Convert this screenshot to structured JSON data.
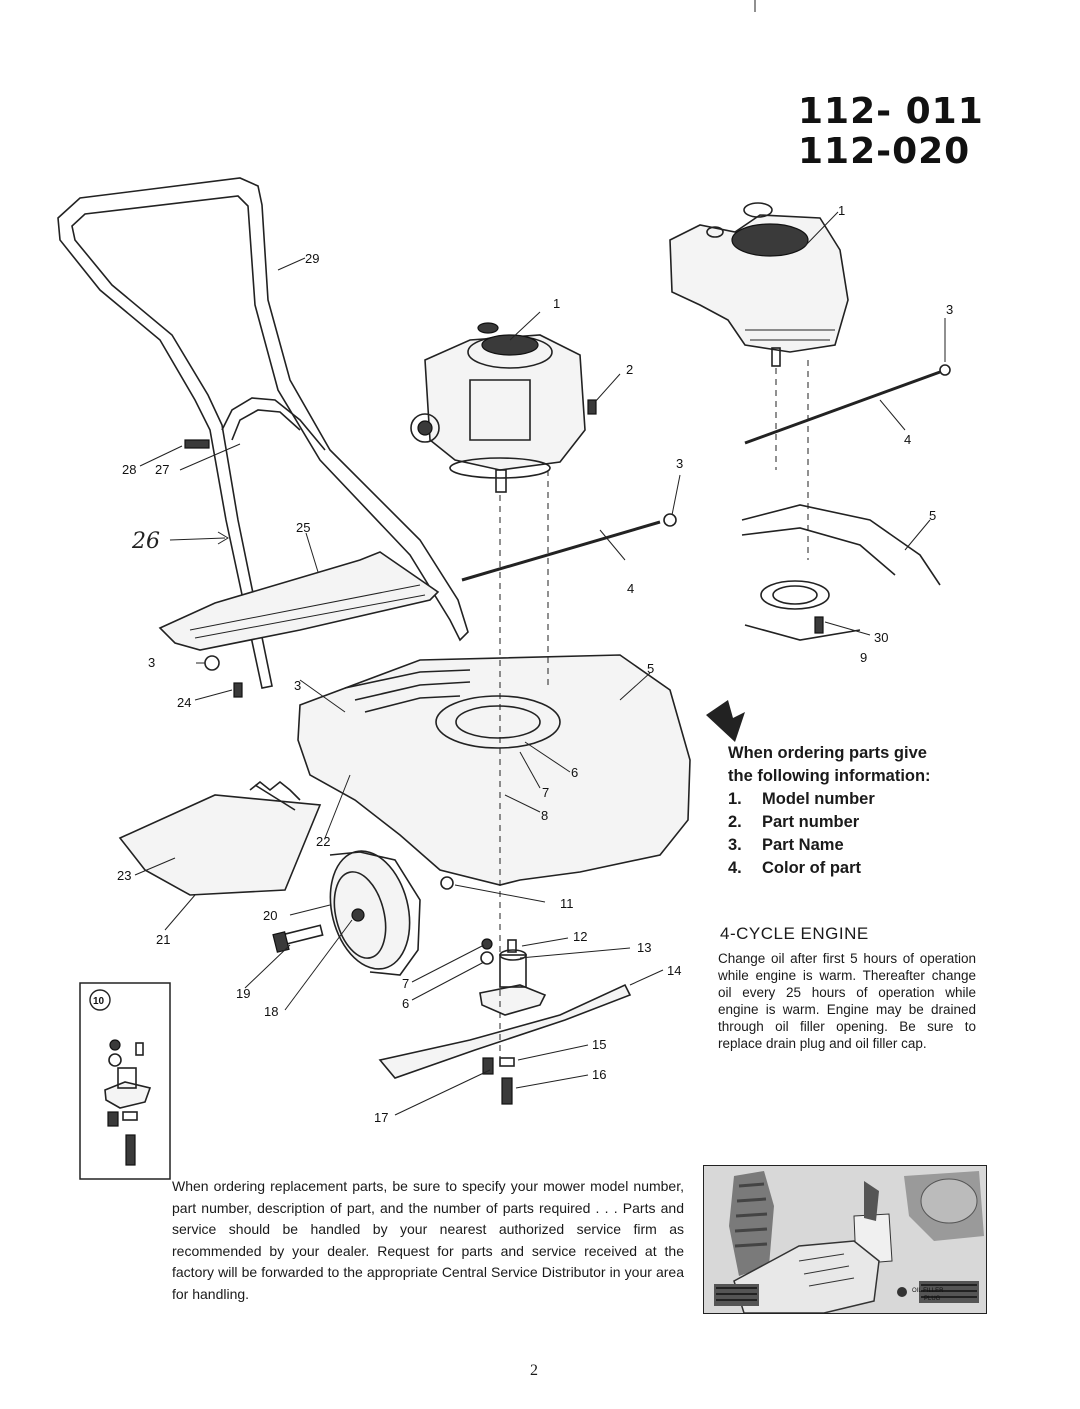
{
  "model_numbers": [
    "112- 011",
    "112-020"
  ],
  "callouts": {
    "c1": "1",
    "c1b": "1",
    "c2": "2",
    "c3": "3",
    "c3b": "3",
    "c3c": "3",
    "c3d": "3",
    "c4": "4",
    "c4b": "4",
    "c5": "5",
    "c5b": "5",
    "c6": "6",
    "c6b": "6",
    "c7": "7",
    "c7b": "7",
    "c8": "8",
    "c9": "9",
    "c11": "11",
    "c12": "12",
    "c13": "13",
    "c14": "14",
    "c15": "15",
    "c16": "16",
    "c17": "17",
    "c18": "18",
    "c19": "19",
    "c20": "20",
    "c21": "21",
    "c22": "22",
    "c23": "23",
    "c24": "24",
    "c25": "25",
    "c26": "26",
    "c27": "27",
    "c28": "28",
    "c29": "29",
    "c30": "30",
    "c10": "10"
  },
  "ordering": {
    "heading_line1": "When ordering parts give",
    "heading_line2": "the following information:",
    "items": [
      {
        "num": "1.",
        "text": "Model number"
      },
      {
        "num": "2.",
        "text": "Part number"
      },
      {
        "num": "3.",
        "text": "Part Name"
      },
      {
        "num": "4.",
        "text": "Color of part"
      }
    ]
  },
  "engine": {
    "title": "4-CYCLE ENGINE",
    "text": "Change oil after first 5 hours of operation while engine is warm. Thereafter change oil every 25 hours of operation while engine is warm. Engine may be drained through oil filler opening. Be sure to replace drain plug and oil filler cap."
  },
  "photo_label": {
    "line1": "OIL FILLER",
    "line2": "PLUG"
  },
  "replacement_text": "When ordering replacement parts, be sure to specify your mower model number, part number, description of part, and the number of parts required . . . Parts and service should be handled by your nearest authorized service firm as recommended by your dealer. Request for parts and service received at the factory will be forwarded to the appropriate Central Service Distributor in your area for handling.",
  "page_number": "2"
}
